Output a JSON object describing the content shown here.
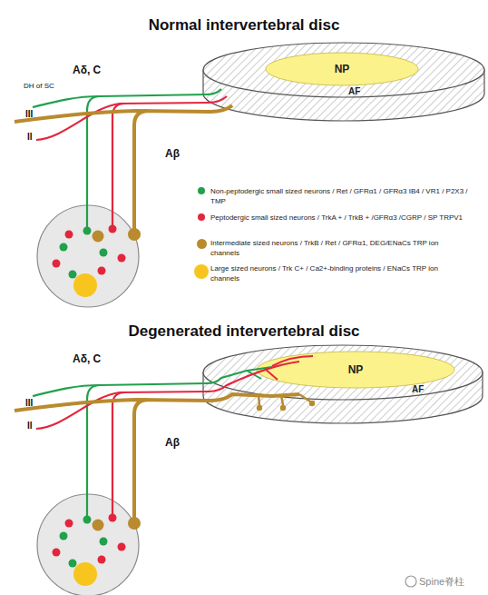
{
  "diagram": {
    "title": "Normal intervertebral disc",
    "nodes": [
      {
        "text": [
          "AF"
        ]
      },
      {
        "text": [
          "NP"
        ],
        "in": 0
      },
      {
        "text": [
          "AF"
        ]
      },
      {
        "text": [
          "NP"
        ],
        "in": 2
      }
    ],
    "labels": [
      "DH of SC",
      "Aδ, C",
      "III",
      "II",
      "Aβ",
      "Degenerated intervertebral disc",
      "Aδ, C",
      "III",
      "II",
      "Aβ",
      "Spine脊柱"
    ],
    "legend": [
      {
        "text": "Non-peptodergic small sized neurons / Ret / GFRα1 / GFRα3 IB4 / VR1 / P2X3 / TMP",
        "color": "#22a04b"
      },
      {
        "text": "Peptodergic small sized neurons / TrkA + / TrkB + /GFRα3 /CGRP / SP TRPV1",
        "color": "#e3263c"
      },
      {
        "text": "Intermediate sized neurons / TrkB / Ret / GFRα1, DEG/ENaCs TRP ion channels",
        "color": "#b98a2e"
      },
      {
        "text": "Large sized neurons / Trk C+ / Ca2+-binding proteins / ENaCs TRP ion channels",
        "color": "#f7c51e"
      }
    ]
  }
}
